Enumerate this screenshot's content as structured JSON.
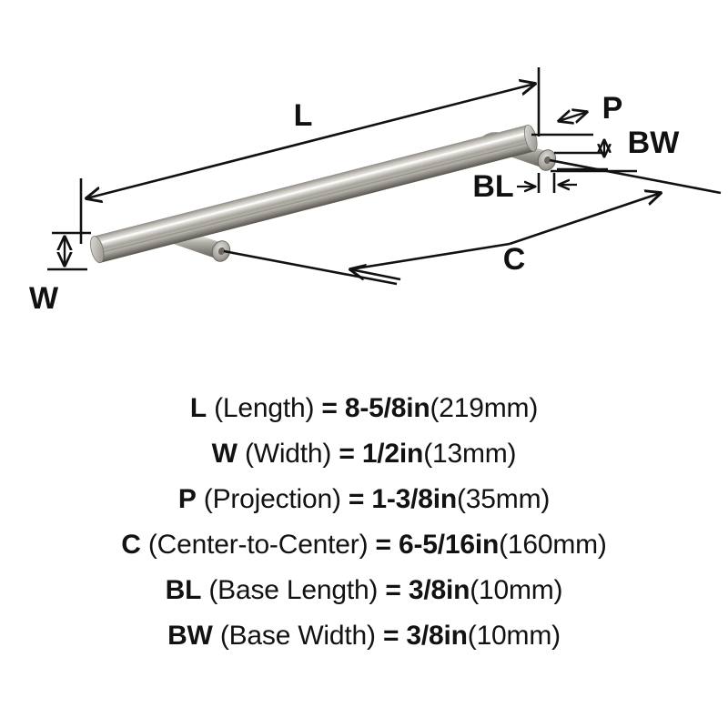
{
  "diagram": {
    "title": "Bar pull handle dimension diagram",
    "dimension_labels": [
      {
        "id": "L",
        "text": "L",
        "name": "length-dimension-label"
      },
      {
        "id": "W",
        "text": "W",
        "name": "width-dimension-label"
      },
      {
        "id": "P",
        "text": "P",
        "name": "projection-dimension-label"
      },
      {
        "id": "BW",
        "text": "BW",
        "name": "base-width-dimension-label"
      },
      {
        "id": "BL",
        "text": "BL",
        "name": "base-length-dimension-label"
      },
      {
        "id": "C",
        "text": "C",
        "name": "center-to-center-dimension-label"
      }
    ],
    "colors": {
      "line": "#111111",
      "background": "#ffffff",
      "metal_dark": "#6e6b64",
      "metal_mid": "#a3a09a",
      "metal_light": "#e8e7e4",
      "metal_shadow": "#55524c"
    }
  },
  "specs": [
    {
      "code": "L",
      "name": "(Length)",
      "eq": "=",
      "imperial": "8-5/8in",
      "metric": "(219mm)"
    },
    {
      "code": "W",
      "name": "(Width)",
      "eq": "=",
      "imperial": "1/2in",
      "metric": "(13mm)"
    },
    {
      "code": "P",
      "name": "(Projection)",
      "eq": "=",
      "imperial": "1-3/8in",
      "metric": "(35mm)"
    },
    {
      "code": "C",
      "name": "(Center-to-Center)",
      "eq": "=",
      "imperial": "6-5/16in",
      "metric": "(160mm)"
    },
    {
      "code": "BL",
      "name": "(Base Length)",
      "eq": "=",
      "imperial": "3/8in",
      "metric": "(10mm)"
    },
    {
      "code": "BW",
      "name": "(Base Width)",
      "eq": "=",
      "imperial": "3/8in",
      "metric": "(10mm)"
    }
  ]
}
